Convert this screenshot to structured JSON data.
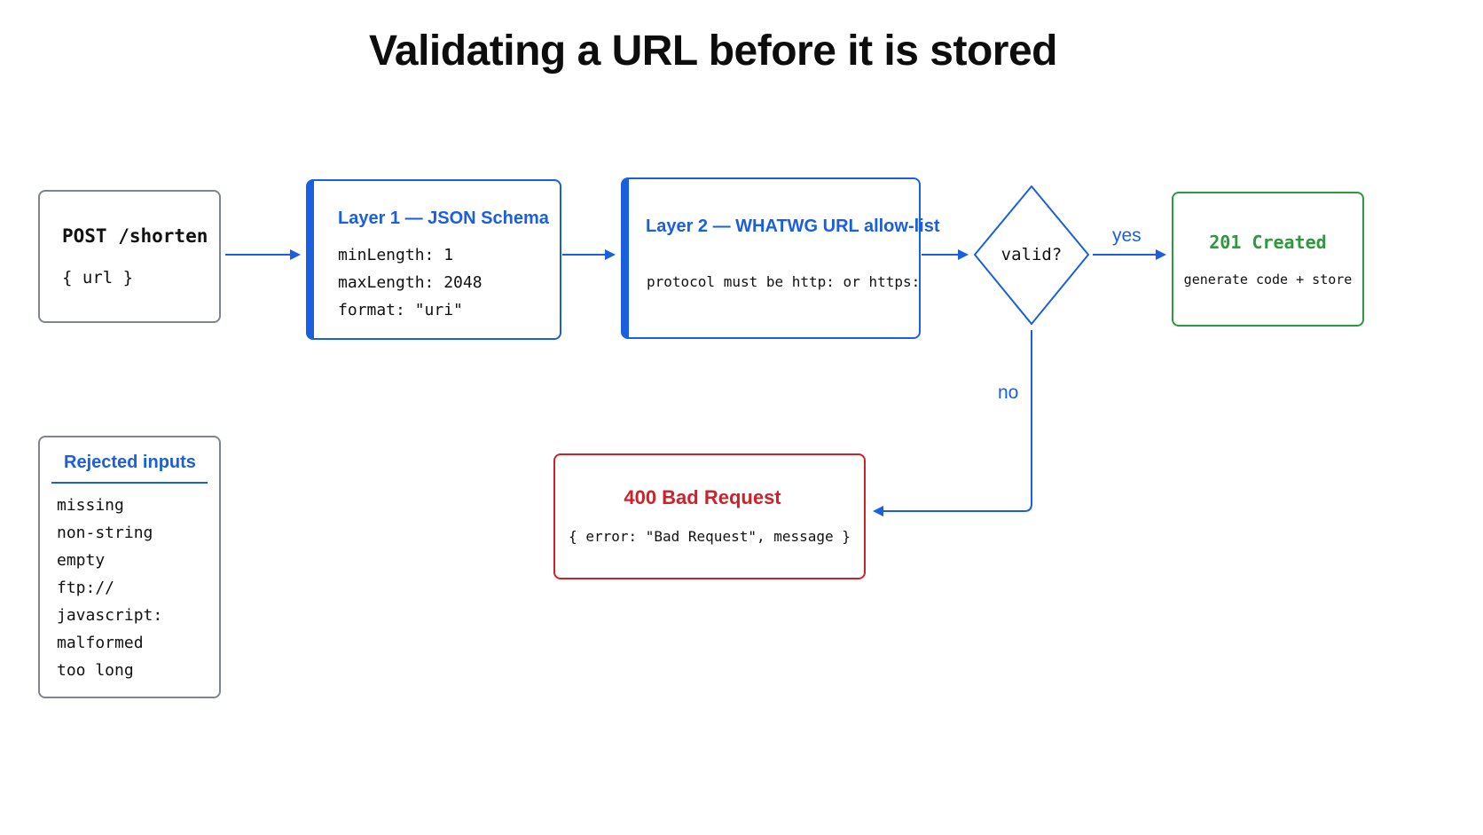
{
  "title": "Validating a URL before it is stored",
  "request": {
    "method_path": "POST /shorten",
    "body": "{ url }"
  },
  "layer1": {
    "heading": "Layer 1 — JSON Schema",
    "rules": [
      "minLength: 1",
      "maxLength: 2048",
      "format: \"uri\""
    ]
  },
  "layer2": {
    "heading": "Layer 2 — WHATWG URL allow-list",
    "rule": "protocol must be http: or https:"
  },
  "decision": {
    "label": "valid?",
    "yes": "yes",
    "no": "no"
  },
  "success": {
    "heading": "201 Created",
    "detail": "generate code + store"
  },
  "failure": {
    "heading": "400 Bad Request",
    "detail": "{ error: \"Bad Request\", message }"
  },
  "rejected": {
    "heading": "Rejected inputs",
    "items": [
      "missing",
      "non-string",
      "empty",
      "ftp://",
      "javascript:",
      "malformed",
      "too long"
    ]
  },
  "colors": {
    "accent": "#1a5fe0",
    "success": "#2a9a3a",
    "error": "#d0202a",
    "neutral_border": "#7d8590"
  }
}
